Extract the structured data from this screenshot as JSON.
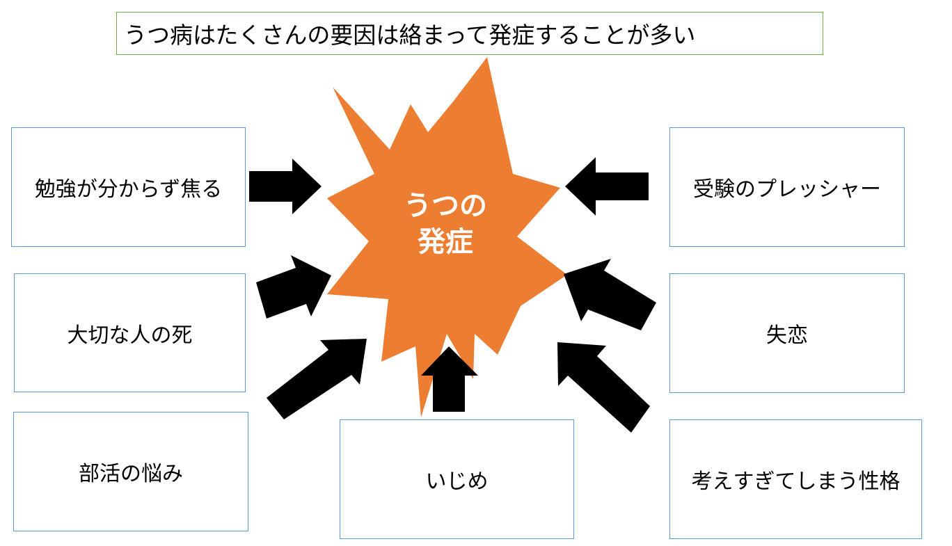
{
  "title": "うつ病はたくさんの要因は絡まって発症することが多い",
  "center": {
    "line1": "うつの",
    "line2": "発症"
  },
  "causes": {
    "study": "勉強が分からず焦る",
    "death": "大切な人の死",
    "club": "部活の悩み",
    "bullying": "いじめ",
    "exam": "受験のプレッシャー",
    "heartbreak": "失恋",
    "overthinking": "考えすぎてしまう性格"
  },
  "colors": {
    "burst": "#ed7d31",
    "arrow": "#000000",
    "title_border": "#70ad47",
    "box_border": "#5b9bd5"
  }
}
